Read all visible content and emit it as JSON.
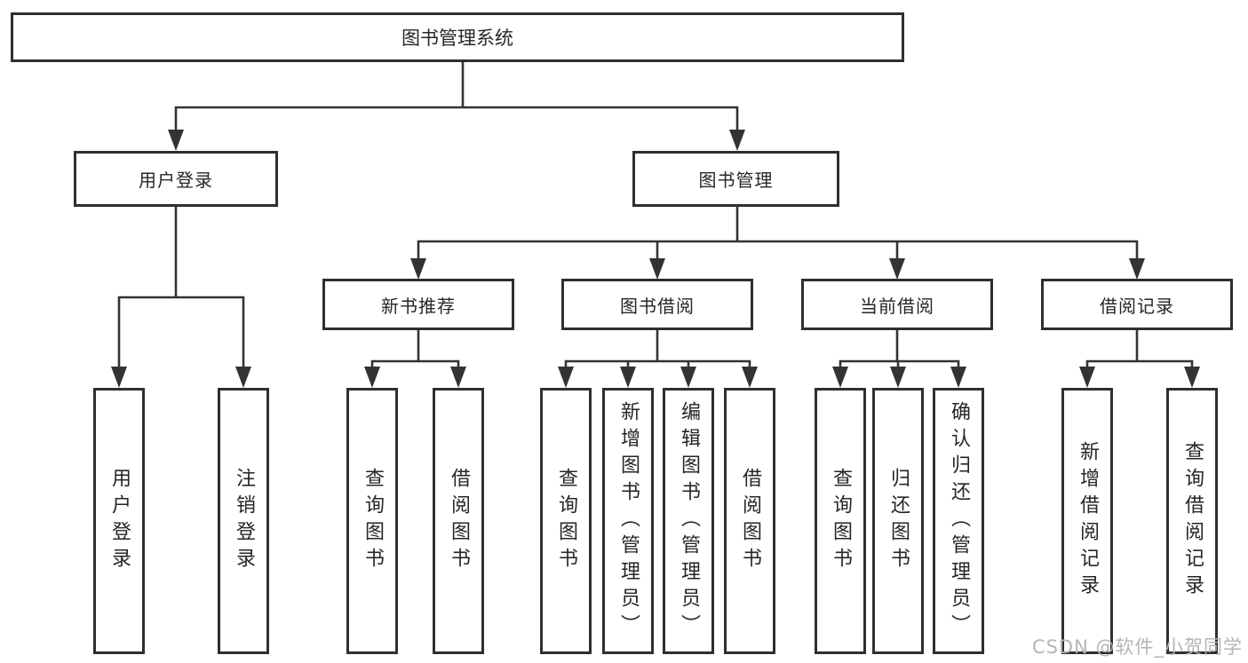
{
  "diagram": {
    "root": "图书管理系统",
    "level2": {
      "user_login": "用户登录",
      "book_management": "图书管理"
    },
    "level3": {
      "new_book_recommend": "新书推荐",
      "book_borrow": "图书借阅",
      "current_borrow": "当前借阅",
      "borrow_records": "借阅记录"
    },
    "leaves": {
      "user_login": [
        "用户登录",
        "注销登录"
      ],
      "new_book_recommend": [
        "查询图书",
        "借阅图书"
      ],
      "book_borrow": [
        "查询图书",
        "新增图书（管理员）",
        "编辑图书（管理员）",
        "借阅图书"
      ],
      "current_borrow": [
        "查询图书",
        "归还图书",
        "确认归还（管理员）"
      ],
      "borrow_records": [
        "新增借阅记录",
        "查询借阅记录"
      ]
    }
  },
  "watermark": {
    "text": "CSDN @软件_小贺同学"
  },
  "colors": {
    "line": "#333333",
    "box_border": "#2f2f2f",
    "text": "#262626",
    "watermark": "#b5b5b5",
    "background": "#ffffff"
  }
}
